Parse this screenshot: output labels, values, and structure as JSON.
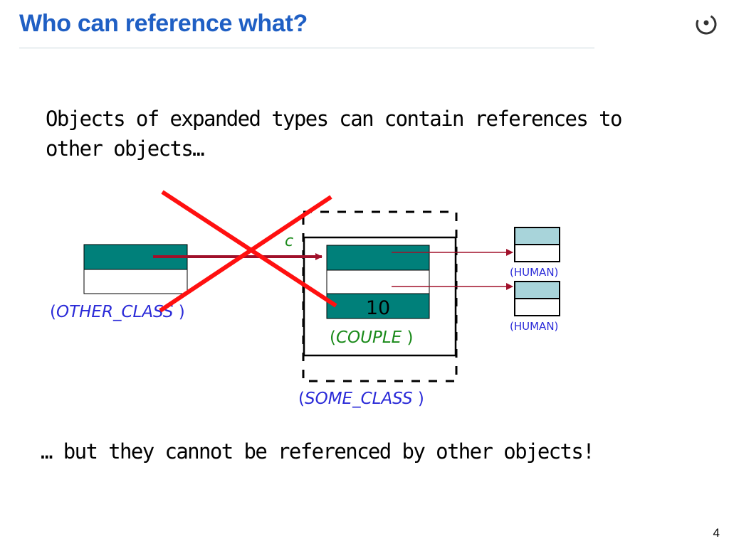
{
  "slide": {
    "title": "Who can reference what?",
    "intro_line1": "Objects of expanded types can contain references to",
    "intro_line2": "other objects…",
    "outro": "… but they cannot be referenced by other objects!",
    "slide_number": "4",
    "logo_icon": "eiffel-logo-icon"
  },
  "diagram": {
    "other_class": {
      "open": "(",
      "name": "OTHER_CLASS",
      "close": " )"
    },
    "some_class": {
      "open": "(",
      "name": "SOME_CLASS",
      "close": " )"
    },
    "couple": {
      "open": "(",
      "name": "COUPLE",
      "close": " )",
      "value": "10",
      "field_name": "c"
    },
    "human_label_1": "(HUMAN)",
    "human_label_2": "(HUMAN)",
    "colors": {
      "teal": "#00807a",
      "human_field": "#a8d4da",
      "arrow": "#a0102a",
      "cross": "#ff1010",
      "class_text": "#2a2ad8",
      "couple_text": "#1a8a1a"
    }
  }
}
